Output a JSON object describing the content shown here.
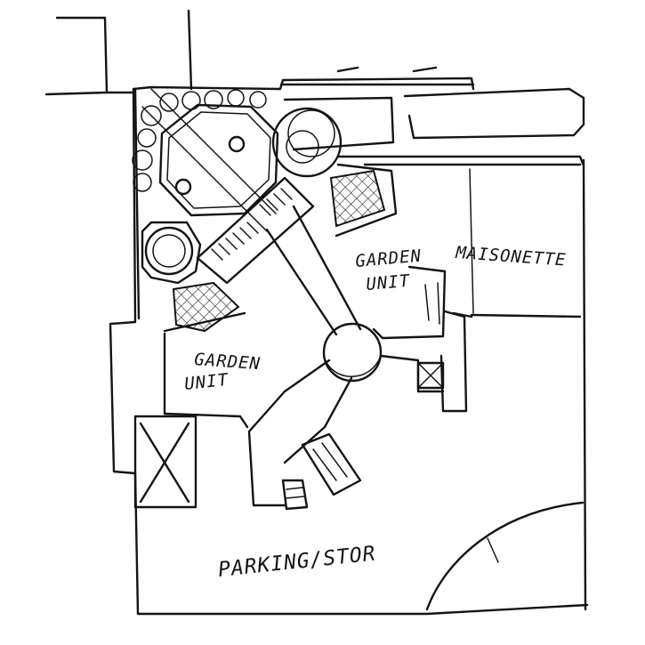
{
  "labels": {
    "garden_unit_top_line1": "GARDEN",
    "garden_unit_top_line2": "UNIT",
    "maisonette": "MAISONETTE",
    "garden_unit_left_line1": "GARDEN",
    "garden_unit_left_line2": "UNIT",
    "parking": "PARKING/STOR"
  }
}
